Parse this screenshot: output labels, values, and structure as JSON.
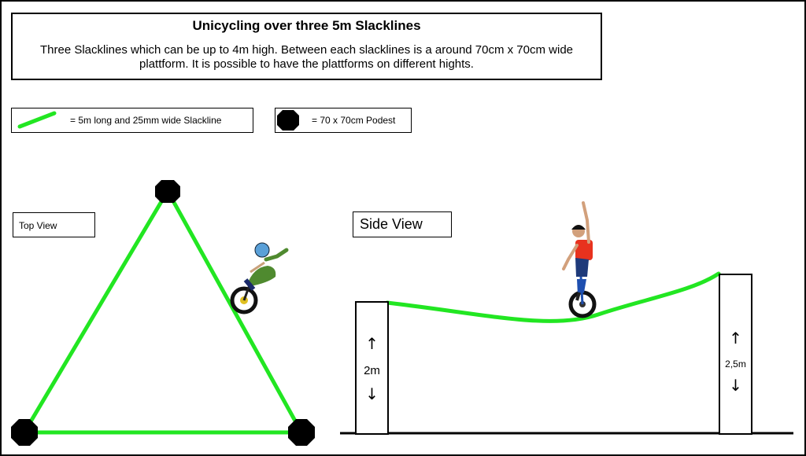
{
  "title": "Unicycling over three 5m Slacklines",
  "description": "Three Slacklines which can be up to 4m high. Between each slacklines is a around 70cm x 70cm wide plattform. It is possible to have the plattforms on different hights.",
  "legend": {
    "slackline_label": "= 5m long and 25mm wide Slackline",
    "podest_label": "= 70 x 70cm Podest"
  },
  "views": {
    "top_view_label": "Top View",
    "side_view_label": "Side View"
  },
  "heights": {
    "left_post": "2m",
    "right_post": "2,5m"
  },
  "icons": {
    "up_arrow": "↑",
    "down_arrow": "↓"
  },
  "colors": {
    "slackline": "#22e622",
    "podest": "#000000",
    "rider_shirt": "#e8321e",
    "rider_jacket": "#4f8a2f"
  }
}
